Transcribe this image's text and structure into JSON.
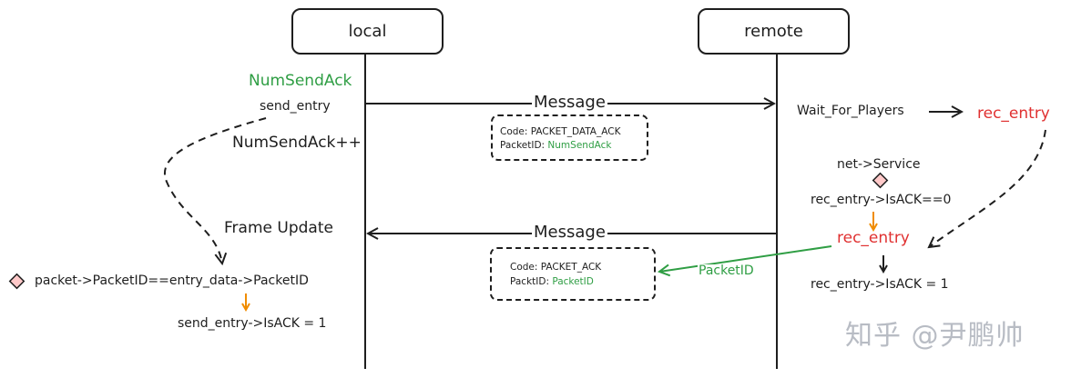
{
  "actors": {
    "local": "local",
    "remote": "remote"
  },
  "messages": {
    "top": "Message",
    "bottom": "Message"
  },
  "note_top": {
    "code_label": "Code: ",
    "code_value": "PACKET_DATA_ACK",
    "id_label": "PacketID: ",
    "id_value": "NumSendAck"
  },
  "note_bottom": {
    "code_label": "Code: ",
    "code_value": "PACKET_ACK",
    "id_label": "PacktID: ",
    "id_value": "PacketID"
  },
  "local_side": {
    "num_send_ack": "NumSendAck",
    "send_entry": "send_entry",
    "num_send_ack_inc": "NumSendAck++",
    "frame_update": "Frame Update",
    "condition": "packet->PacketID==entry_data->PacketID",
    "assign": "send_entry->IsACK = 1"
  },
  "remote_side": {
    "wait_for_players": "Wait_For_Players",
    "rec_entry_top": "rec_entry",
    "net_service": "net->Service",
    "condition": "rec_entry->IsACK==0",
    "rec_entry_mid": "rec_entry",
    "assign": "rec_entry->IsACK = 1",
    "packet_id_arrow": "PacketID"
  },
  "watermark": "知乎 @尹鹏帅",
  "colors": {
    "green": "#2f9e44",
    "red": "#e03131",
    "orange": "#f08c00",
    "diamond_fill": "#ffc9c9",
    "stroke": "#1e1e1e"
  }
}
